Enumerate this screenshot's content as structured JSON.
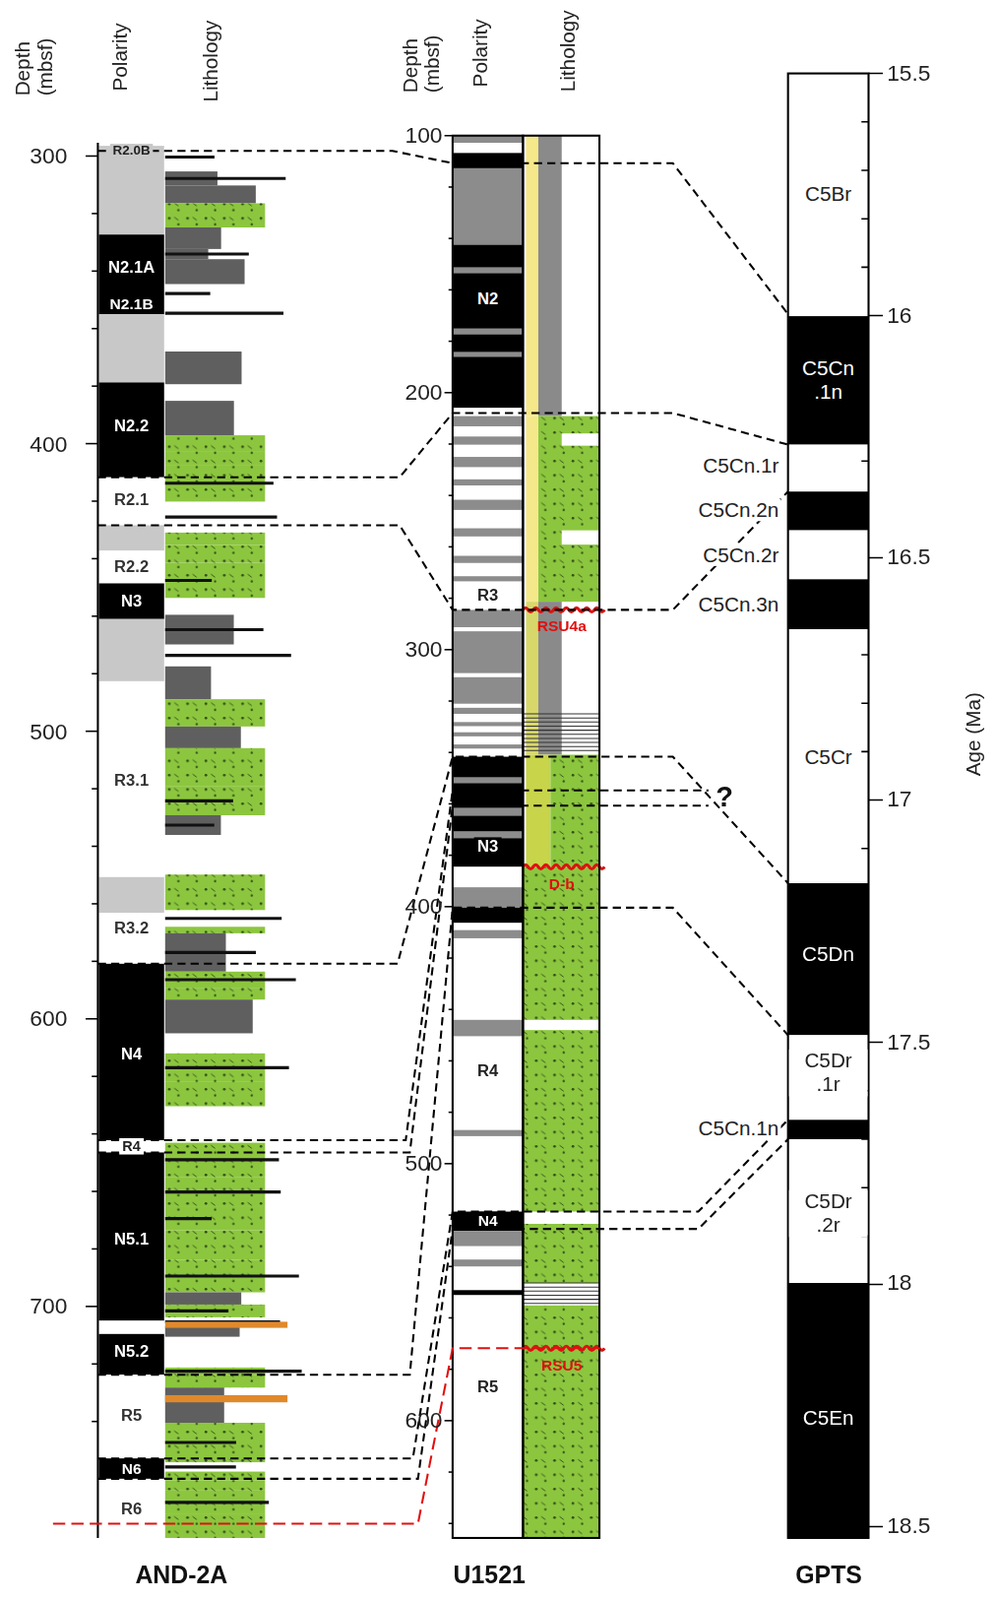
{
  "diagram": {
    "nodes": [
      {
        "text": [
          "R2.0B"
        ]
      },
      {
        "text": [
          "N2.1A"
        ]
      },
      {
        "text": [
          "N2.1B"
        ]
      },
      {
        "text": [
          "N2.2"
        ]
      },
      {
        "text": [
          "R2.1"
        ]
      },
      {
        "text": [
          "R2.2"
        ]
      },
      {
        "text": [
          "N3"
        ]
      },
      {
        "text": [
          "R3.1"
        ]
      },
      {
        "text": [
          "R3.2"
        ]
      },
      {
        "text": [
          "N4"
        ]
      },
      {
        "text": [
          "R4"
        ]
      },
      {
        "text": [
          "N5.1"
        ]
      },
      {
        "text": [
          "N5.2"
        ]
      },
      {
        "text": [
          "R5"
        ]
      },
      {
        "text": [
          "N6"
        ]
      },
      {
        "text": [
          "R6"
        ]
      },
      {
        "text": [
          "N2"
        ]
      },
      {
        "text": [
          "R3"
        ]
      },
      {
        "text": [
          "N3"
        ]
      },
      {
        "text": [
          "R4"
        ]
      },
      {
        "text": [
          "N4"
        ]
      },
      {
        "text": [
          "R5"
        ]
      },
      {
        "text": [
          "C5Br"
        ]
      },
      {
        "text": [
          "C5Cn .1n"
        ]
      },
      {
        "text": [
          "C5Cr"
        ]
      },
      {
        "text": [
          "C5Dn"
        ]
      },
      {
        "text": [
          "C5Dr .1r"
        ]
      },
      {
        "text": [
          "C5Dr .2r"
        ]
      },
      {
        "text": [
          "C5En"
        ]
      }
    ],
    "labels": [
      "Depth (mbsf)",
      "Polarity",
      "Lithology",
      "Depth (mbsf)",
      "Polarity",
      "Lithology",
      "300",
      "400",
      "500",
      "600",
      "700",
      "100",
      "200",
      "300",
      "400",
      "500",
      "600",
      "15.5",
      "16",
      "16.5",
      "17",
      "17.5",
      "18",
      "18.5",
      "Age (Ma)",
      "C5Cn.1r",
      "C5Cn.2n",
      "C5Cn.2r",
      "C5Cn.3n",
      "C5Cn.1n",
      "RSU4a",
      "D-b",
      "RSU5",
      "?",
      "AND-2A",
      "U1521",
      "GPTS"
    ]
  }
}
